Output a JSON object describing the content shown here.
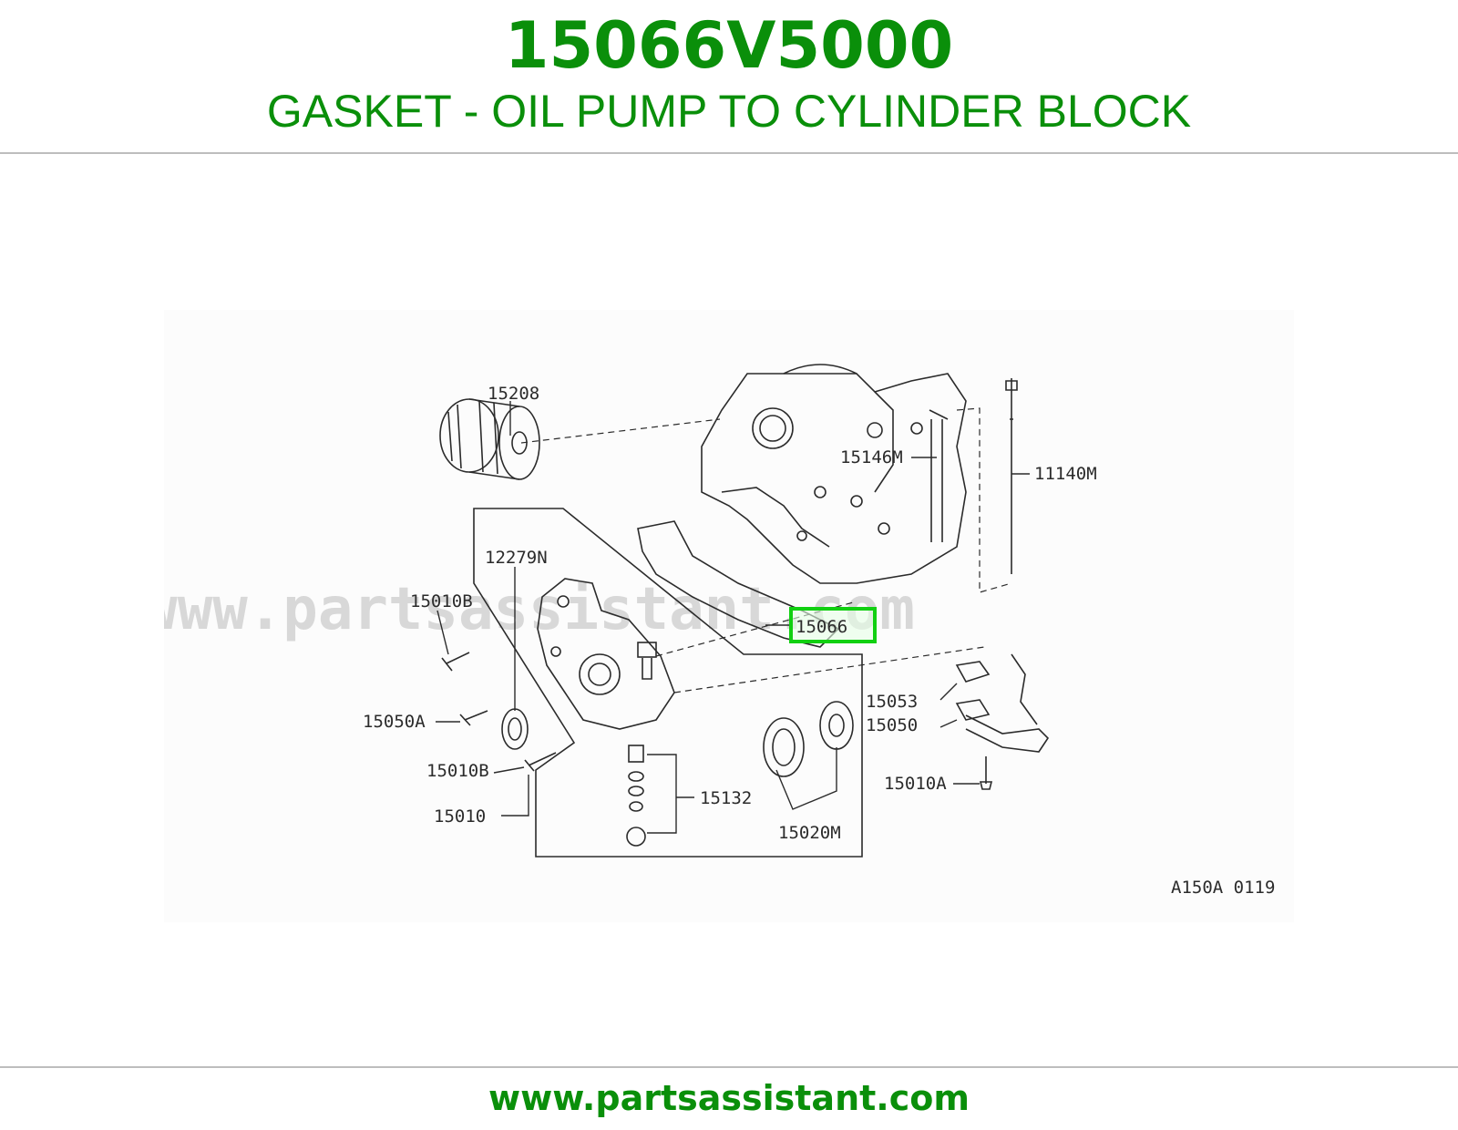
{
  "header": {
    "part_number": "15066V5000",
    "description": "GASKET - OIL PUMP TO CYLINDER BLOCK"
  },
  "diagram": {
    "watermark": "www.partsassistant.com",
    "ref_code": "A150A 0119",
    "highlighted": "15066",
    "labels": {
      "l15208": "15208",
      "l15146M": "15146M",
      "l11140M": "11140M",
      "l12279N": "12279N",
      "l15010B_top": "15010B",
      "l15066": "15066",
      "l15050A": "15050A",
      "l15010B_bottom": "15010B",
      "l15053": "15053",
      "l15050": "15050",
      "l15132": "15132",
      "l15010A": "15010A",
      "l15010": "15010",
      "l15020M": "15020M"
    }
  },
  "footer": {
    "link": "www.partsassistant.com"
  },
  "colors": {
    "brand_green": "#0a8f0a",
    "highlight_green": "#11d011",
    "line_art": "#2b2b2b",
    "rule_gray": "#bdbdbd",
    "watermark": "#d8d8d8"
  }
}
